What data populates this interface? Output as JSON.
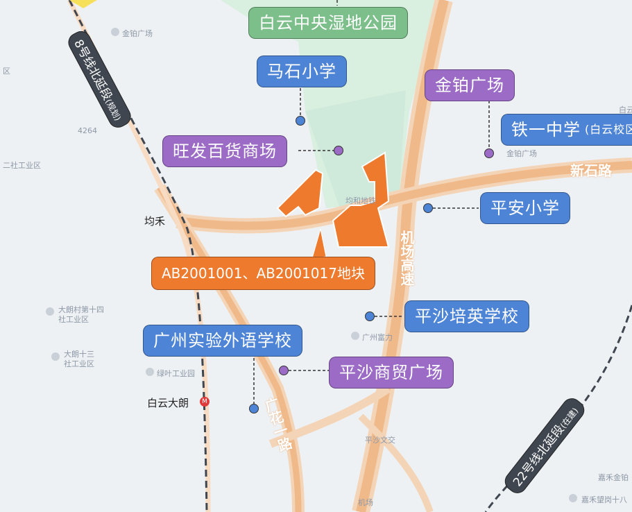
{
  "map": {
    "park_label": "白云中央湿地公园",
    "plot_label": "AB2001001、AB2001017地块",
    "schools": [
      {
        "key": "mashi",
        "label": "马石小学"
      },
      {
        "key": "tieyi",
        "label": "铁一中学",
        "sub": "(白云校区"
      },
      {
        "key": "pingan",
        "label": "平安小学"
      },
      {
        "key": "peiying",
        "label": "平沙培英学校"
      },
      {
        "key": "guangzhou_exp",
        "label": "广州实验外语学校"
      }
    ],
    "malls": [
      {
        "key": "jinbo",
        "label": "金铂广场"
      },
      {
        "key": "wangfa",
        "label": "旺发百货商场"
      },
      {
        "key": "pingsha",
        "label": "平沙商贸广场"
      }
    ],
    "roads": {
      "xinshi": "新石路",
      "airport": "机场高速",
      "guanghua": "广花一路"
    },
    "metro": {
      "line8": "8号线北延段",
      "line8_note": "(规划)",
      "line22": "22号线北延段",
      "line22_note": "(在建)"
    },
    "stations": {
      "junhe": "均禾",
      "baiyun_dalang": "白云大朗",
      "station_icon": "metro-station-icon"
    },
    "faint_labels": {
      "jinbo_top": "金铂广场",
      "area_left": "区",
      "industrial_left": "二社工业区",
      "road_num": "4264",
      "junhe_small": "均和地铁",
      "dalang_14": "大朗村第十四",
      "dalang_14_b": "社工业区",
      "dalang_13": "大朗十三",
      "dalang_13_b": "社工业区",
      "lvye": "绿叶工业园",
      "guangzhou_fu": "广州富力",
      "pingsha_wen": "平沙文交",
      "jinbo_small": "金铂广场",
      "airport_small": "机场",
      "jiahe": "嘉禾望岗十八",
      "jiahe_jin": "嘉禾金铂",
      "right_top": "白云"
    },
    "colors": {
      "school_blue": "#4d84d6",
      "mall_purple": "#9b6bc6",
      "park_green": "#7cbf8a",
      "plot_orange": "#ee7a2e",
      "road_tan": "#f2c49a",
      "metro_dark": "#3f4650"
    }
  }
}
